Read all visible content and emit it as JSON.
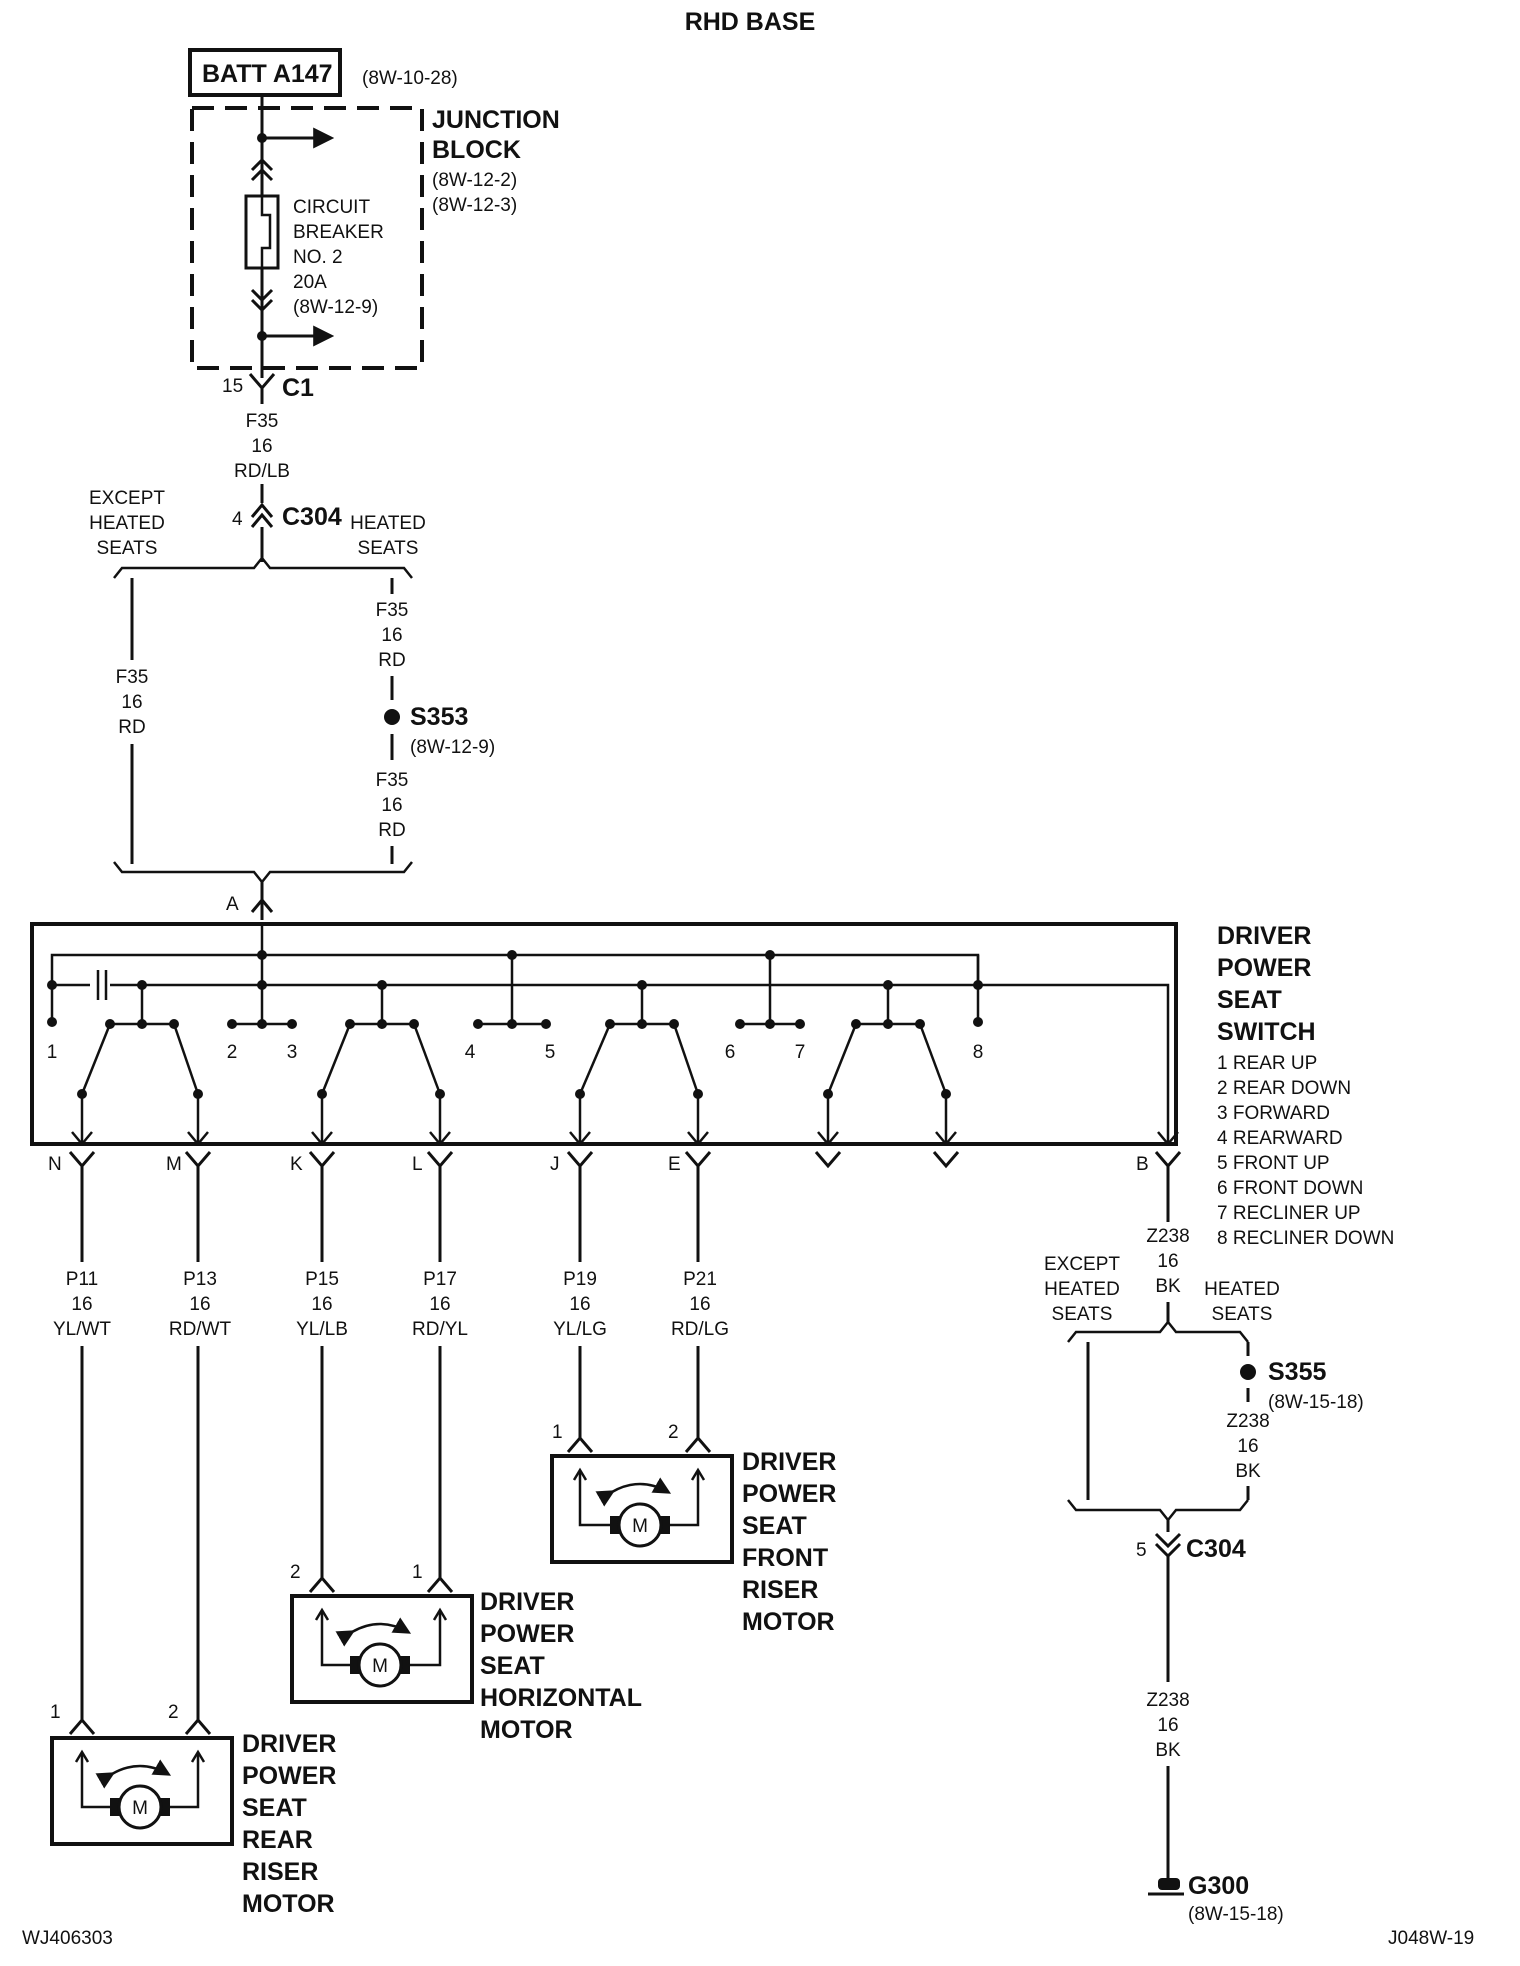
{
  "title": "RHD BASE",
  "source": {
    "label": "BATT A147",
    "ref": "(8W-10-28)"
  },
  "junction_block": {
    "name": [
      "JUNCTION",
      "BLOCK"
    ],
    "refs": [
      "(8W-12-2)",
      "(8W-12-3)"
    ]
  },
  "circuit_breaker": {
    "lines": [
      "CIRCUIT",
      "BREAKER",
      "NO. 2",
      "20A",
      "(8W-12-9)"
    ]
  },
  "connector_c1": {
    "pin": "15",
    "name": "C1"
  },
  "wire_f35_top": [
    "F35",
    "16",
    "RD/LB"
  ],
  "connector_c304_top": {
    "pin": "4",
    "name": "C304"
  },
  "split_top": {
    "left": [
      "EXCEPT",
      "HEATED",
      "SEATS"
    ],
    "right": [
      "HEATED",
      "SEATS"
    ]
  },
  "wire_f35_left": [
    "F35",
    "16",
    "RD"
  ],
  "wire_f35_right_upper": [
    "F35",
    "16",
    "RD"
  ],
  "splice_s353": {
    "name": "S353",
    "ref": "(8W-12-9)"
  },
  "wire_f35_right_lower": [
    "F35",
    "16",
    "RD"
  ],
  "switch_pin_a": "A",
  "switch": {
    "name": [
      "DRIVER",
      "POWER",
      "SEAT",
      "SWITCH"
    ],
    "legend": [
      "1 REAR UP",
      "2 REAR DOWN",
      "3 FORWARD",
      "4 REARWARD",
      "5 FRONT UP",
      "6 FRONT DOWN",
      "7 RECLINER UP",
      "8 RECLINER DOWN"
    ],
    "contacts": [
      "1",
      "2",
      "3",
      "4",
      "5",
      "6",
      "7",
      "8"
    ]
  },
  "switch_outputs": [
    {
      "pin": "N",
      "wire": [
        "P11",
        "16",
        "YL/WT"
      ]
    },
    {
      "pin": "M",
      "wire": [
        "P13",
        "16",
        "RD/WT"
      ]
    },
    {
      "pin": "K",
      "wire": [
        "P15",
        "16",
        "YL/LB"
      ]
    },
    {
      "pin": "L",
      "wire": [
        "P17",
        "16",
        "RD/YL"
      ]
    },
    {
      "pin": "J",
      "wire": [
        "P19",
        "16",
        "YL/LG"
      ]
    },
    {
      "pin": "E",
      "wire": [
        "P21",
        "16",
        "RD/LG"
      ]
    },
    {
      "pin": "B",
      "wire": [
        "Z238",
        "16",
        "BK"
      ]
    }
  ],
  "split_bottom": {
    "left": [
      "EXCEPT",
      "HEATED",
      "SEATS"
    ],
    "right": [
      "HEATED",
      "SEATS"
    ]
  },
  "splice_s355": {
    "name": "S355",
    "ref": "(8W-15-18)"
  },
  "wire_z238_right": [
    "Z238",
    "16",
    "BK"
  ],
  "connector_c304_bottom": {
    "pin": "5",
    "name": "C304"
  },
  "wire_z238_lower": [
    "Z238",
    "16",
    "BK"
  ],
  "ground": {
    "name": "G300",
    "ref": "(8W-15-18)"
  },
  "motors": {
    "rear_riser": {
      "name": [
        "DRIVER",
        "POWER",
        "SEAT",
        "REAR",
        "RISER",
        "MOTOR"
      ],
      "pins": [
        "1",
        "2"
      ],
      "symbol": "M"
    },
    "horizontal": {
      "name": [
        "DRIVER",
        "POWER",
        "SEAT",
        "HORIZONTAL",
        "MOTOR"
      ],
      "pins": [
        "2",
        "1"
      ],
      "symbol": "M"
    },
    "front_riser": {
      "name": [
        "DRIVER",
        "POWER",
        "SEAT",
        "FRONT",
        "RISER",
        "MOTOR"
      ],
      "pins": [
        "1",
        "2"
      ],
      "symbol": "M"
    }
  },
  "footer": {
    "left": "WJ406303",
    "right": "J048W-19"
  }
}
